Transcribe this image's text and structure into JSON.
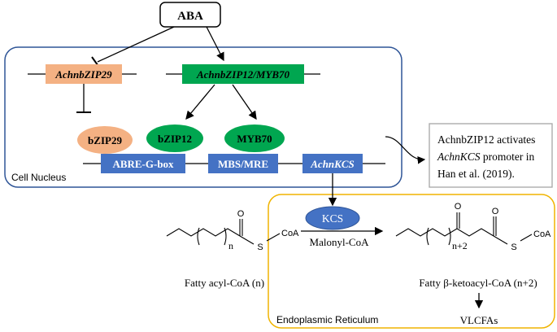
{
  "nodes": {
    "aba": "ABA",
    "bzip29_gene": "AchnbZIP29",
    "bzip12_myb70_gene": "AchnbZIP12/MYB70",
    "bzip29_protein": "bZIP29",
    "bzip12_protein": "bZIP12",
    "myb70_protein": "MYB70",
    "abre_gbox": "ABRE-G-box",
    "mbs_mre": "MBS/MRE",
    "kcs_gene": "AchnKCS",
    "kcs_enzyme": "KCS"
  },
  "compartments": {
    "nucleus": "Cell Nucleus",
    "er": "Endoplasmic Reticulum"
  },
  "note": {
    "line1": "AchnbZIP12 activates",
    "line2_italic": "AchnKCS",
    "line2_rest": " promoter in",
    "line3": "Han et al. (2019)."
  },
  "reaction": {
    "substrate_label": "Fatty acyl-CoA (n)",
    "product_label": "Fatty β-ketoacyl-CoA (n+2)",
    "cofactor": "Malonyl-CoA",
    "final_product": "VLCFAs",
    "coa_left": "CoA",
    "coa_right": "CoA",
    "s_left": "S",
    "s_right": "S",
    "o_left": "O",
    "o_right_1": "O",
    "o_right_2": "O",
    "n_left": "n",
    "n_right": "n+2"
  },
  "colors": {
    "orange": "#f4b183",
    "green": "#00a650",
    "blue": "#4472c4",
    "nucleus_border": "#2f5597",
    "er_border": "#f0b400"
  }
}
